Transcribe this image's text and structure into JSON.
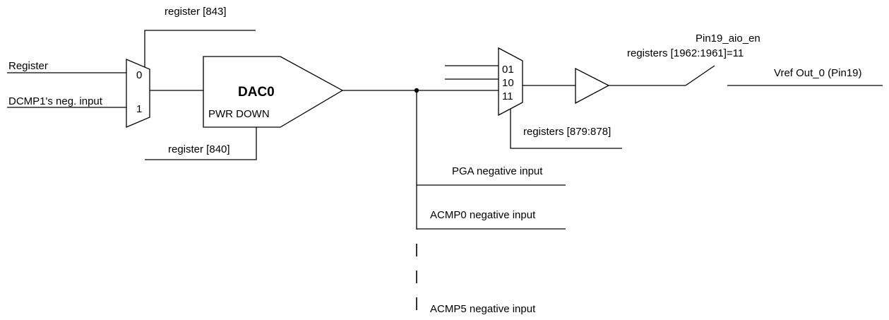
{
  "labels": {
    "register_843": "register [843]",
    "register_input": "Register",
    "dcmp1_input": "DCMP1's neg. input",
    "mux1_in0": "0",
    "mux1_in1": "1",
    "dac_title": "DAC0",
    "dac_pwr_down": "PWR DOWN",
    "register_840": "register [840]",
    "mux2_in01": "01",
    "mux2_in10": "10",
    "mux2_in11": "11",
    "registers_879_878": "registers [879:878]",
    "pin19_aio_en": "Pin19_aio_en",
    "registers_1962_1961": "registers [1962:1961]=11",
    "vref_out": "Vref Out_0 (Pin19)",
    "pga_neg": "PGA negative input",
    "acmp0_neg": "ACMP0 negative input",
    "acmp5_neg": "ACMP5 negative input"
  }
}
